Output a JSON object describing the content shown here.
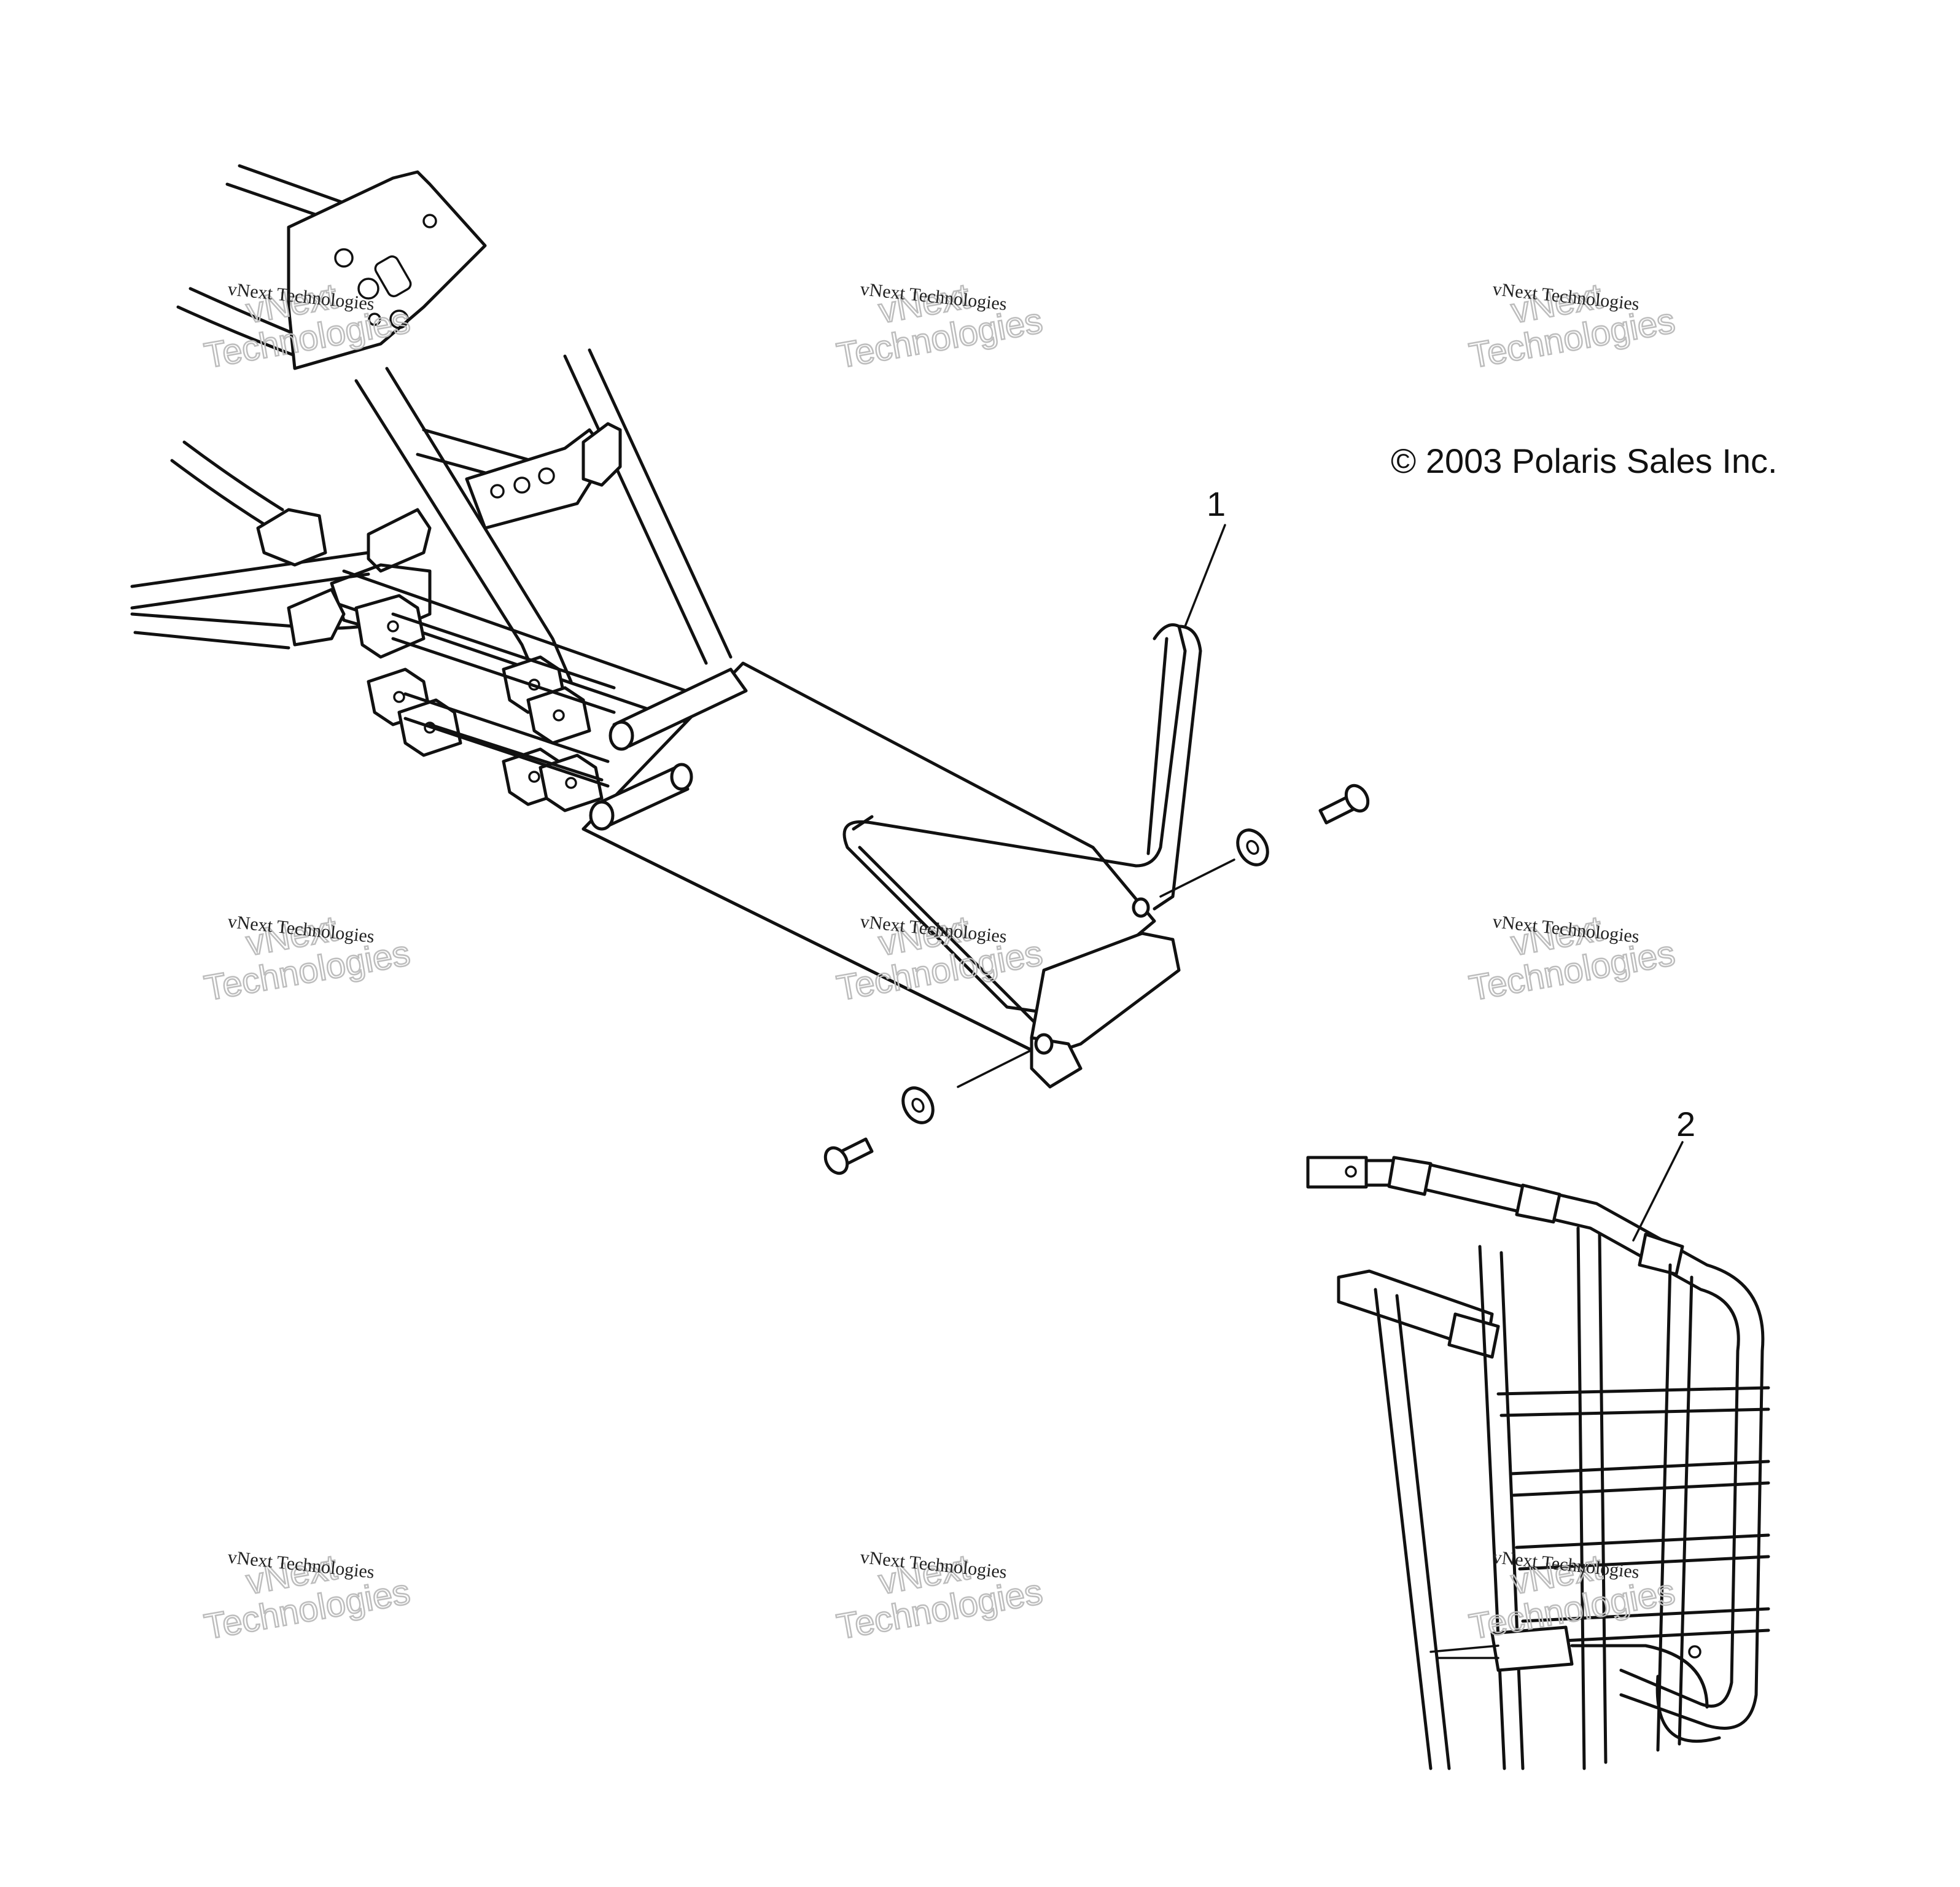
{
  "copyright": "© 2003 Polaris Sales Inc.",
  "callouts": [
    {
      "id": "1",
      "label": "1"
    },
    {
      "id": "2",
      "label": "2"
    }
  ],
  "watermark": {
    "small": "vNext Technologies",
    "big_line1": "vNext",
    "big_line2": "Technologies"
  },
  "colors": {
    "ink": "#111111",
    "watermark": "#bdbdbd",
    "background": "#ffffff"
  }
}
